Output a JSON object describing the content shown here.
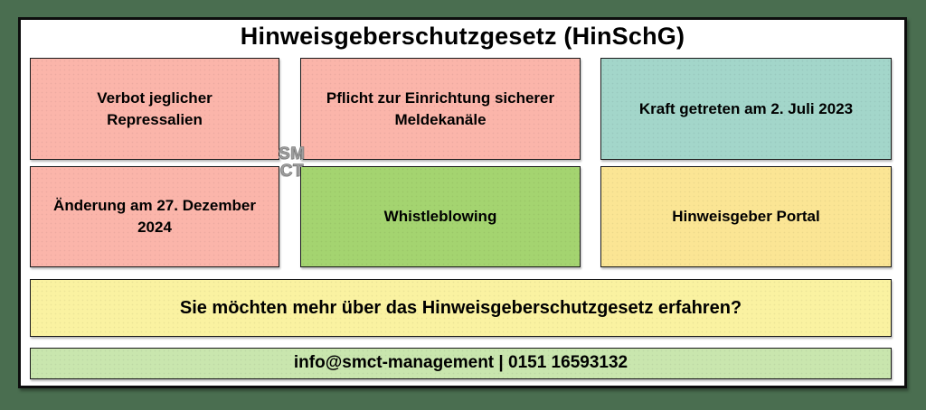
{
  "title": "Hinweisgeberschutzgesetz (HinSchG)",
  "logo": {
    "top": "SM",
    "bottom": "CT"
  },
  "boxes": [
    {
      "id": "verbot-repressalien",
      "lines": [
        "Verbot jeglicher",
        "Repressalien"
      ],
      "bg": "#FBB5AA"
    },
    {
      "id": "sichere-meldekanaele",
      "lines": [
        "Pflicht zur Einrichtung sicherer",
        "Meldekanäle"
      ],
      "bg": "#FBB5AA"
    },
    {
      "id": "inkrafttreten",
      "lines": [
        "Kraft getreten am 2. Juli 2023"
      ],
      "bg": "#A3D6CA"
    },
    {
      "id": "aenderung-2024",
      "lines": [
        "Änderung am 27. Dezember",
        "2024"
      ],
      "bg": "#FBB5AA"
    },
    {
      "id": "whistleblowing",
      "lines": [
        "Whistleblowing"
      ],
      "bg": "#A4D470"
    },
    {
      "id": "hinweisgeber-portal",
      "lines": [
        "Hinweisgeber Portal"
      ],
      "bg": "#FBE594"
    }
  ],
  "cta": {
    "text": "Sie möchten mehr über das Hinweisgeberschutzgesetz erfahren?",
    "bg": "#FAF2A1"
  },
  "contact": {
    "text": "info@smct-management | 0151 16593132",
    "bg": "#C9E6AE"
  },
  "colors": {
    "page_bg": "#4A6E50",
    "panel_bg": "#FFFFFF",
    "text": "#000000"
  }
}
